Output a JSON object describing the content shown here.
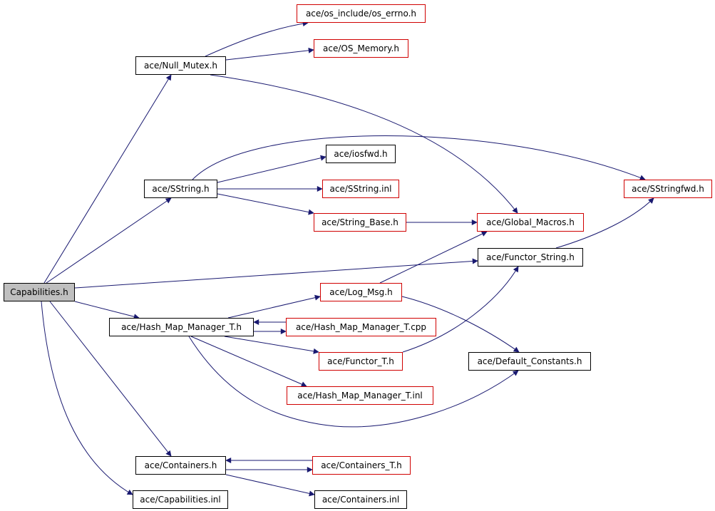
{
  "colors": {
    "edge": "#191970",
    "normal_border": "#000000",
    "documented_border": "#d00000",
    "root_fill": "#bfbfbf"
  },
  "nodes": {
    "capabilities_h": "Capabilities.h",
    "null_mutex_h": "ace/Null_Mutex.h",
    "os_errno_h": "ace/os_include/os_errno.h",
    "os_memory_h": "ace/OS_Memory.h",
    "sstring_h": "ace/SString.h",
    "iosfwd_h": "ace/iosfwd.h",
    "sstring_inl": "ace/SString.inl",
    "string_base_h": "ace/String_Base.h",
    "global_macros_h": "ace/Global_Macros.h",
    "sstringfwd_h": "ace/SStringfwd.h",
    "functor_string_h": "ace/Functor_String.h",
    "log_msg_h": "ace/Log_Msg.h",
    "hash_map_manager_t_h": "ace/Hash_Map_Manager_T.h",
    "hash_map_manager_t_cpp": "ace/Hash_Map_Manager_T.cpp",
    "functor_t_h": "ace/Functor_T.h",
    "default_constants_h": "ace/Default_Constants.h",
    "hash_map_manager_t_inl": "ace/Hash_Map_Manager_T.inl",
    "containers_h": "ace/Containers.h",
    "containers_t_h": "ace/Containers_T.h",
    "capabilities_inl": "ace/Capabilities.inl",
    "containers_inl": "ace/Containers.inl"
  }
}
